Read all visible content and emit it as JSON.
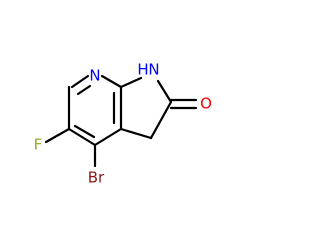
{
  "molecule": {
    "atoms": {
      "N_pyridine": {
        "label": "N",
        "color": "#0000ff"
      },
      "N_amide": {
        "label": "N",
        "color": "#0000ff"
      },
      "H_amide": {
        "label": "H",
        "color": "#0000ff"
      },
      "O": {
        "label": "O",
        "color": "#ff0000"
      },
      "F": {
        "label": "F",
        "color": "#8fae2e"
      },
      "Br": {
        "label": "Br",
        "color": "#8b1a1a"
      }
    },
    "bond_color": "#000000"
  }
}
